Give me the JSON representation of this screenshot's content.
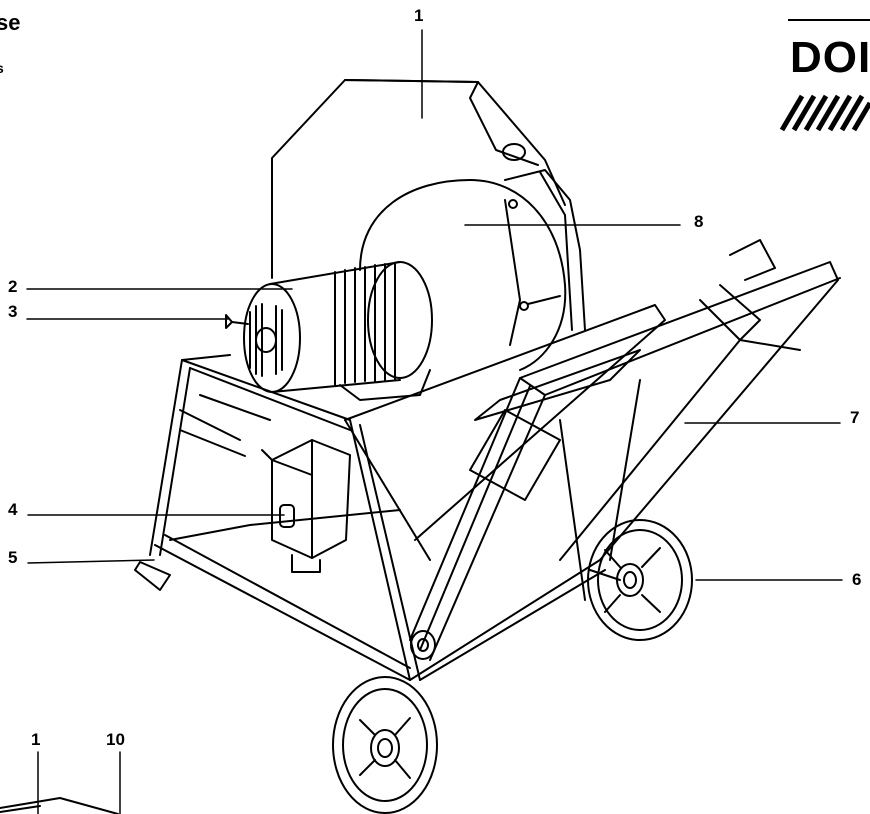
{
  "page": {
    "heading": "se",
    "subheading": "s",
    "brand_text": "DOI"
  },
  "callouts": {
    "c1_top": "1",
    "c2": "2",
    "c3": "3",
    "c4": "4",
    "c5": "5",
    "c6": "6",
    "c7": "7",
    "c8": "8",
    "c1_bottom": "1",
    "c10": "10"
  }
}
